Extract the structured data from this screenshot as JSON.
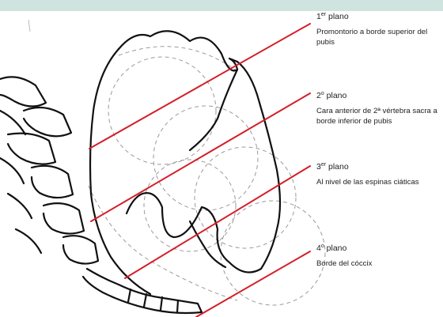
{
  "colors": {
    "plane_line": "#d41e2a",
    "outline": "#111111",
    "dashed": "#9a9a9a",
    "top_bar": "#cfe3df"
  },
  "planes": [
    {
      "num": "1",
      "sup": "er",
      "word": " plano",
      "desc": "Promontorio a borde superior del pubis"
    },
    {
      "num": "2",
      "sup": "o",
      "word": " plano",
      "desc": "Cara anterior de 2ª vértebra sacra a borde inferior de pubis"
    },
    {
      "num": "3",
      "sup": "er",
      "word": " plano",
      "desc": "Al nivel de las espinas ciáticas"
    },
    {
      "num": "4",
      "sup": "o",
      "word": " plano",
      "desc": "Borde del cóccix"
    }
  ]
}
